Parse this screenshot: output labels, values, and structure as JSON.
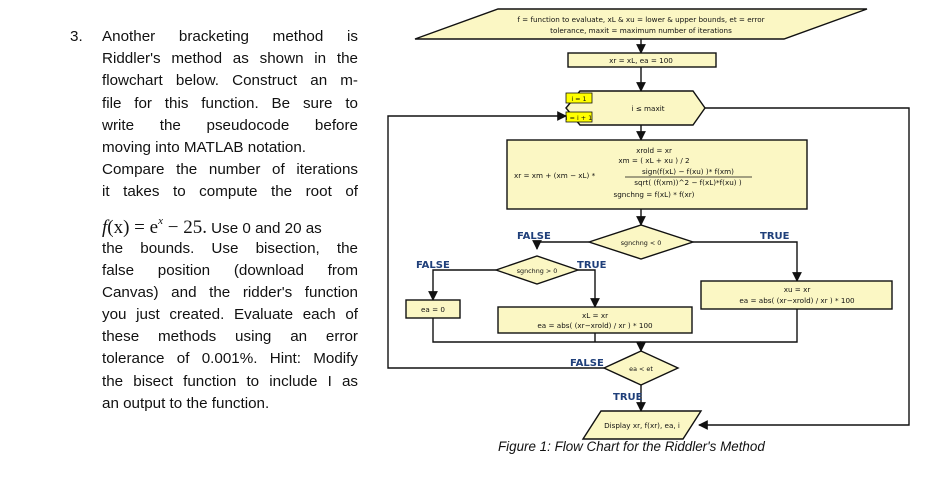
{
  "question": {
    "number": "3.",
    "lines_top": [
      "Another bracketing method is",
      "Riddler's method as shown in the",
      "flowchart below. Construct an m-",
      "file for this function. Be sure to",
      "write the pseudocode before",
      "moving into MATLAB notation.",
      "Compare the number of iterations",
      "it takes to compute the root of"
    ],
    "math_lhs": "f",
    "math_var": "(x) = e",
    "math_exp": "x",
    "math_rhs": " − 25.",
    "math_tail": " Use 0 and 20 as",
    "lines_bottom": [
      "the bounds. Use bisection, the",
      "false position (download from",
      "Canvas) and the ridder's function",
      "you just created. Evaluate each of",
      "these methods using an error",
      "tolerance of 0.001%. Hint: Modify",
      "the bisect function to include I as",
      "an output to the function."
    ]
  },
  "flowchart": {
    "colors": {
      "fill": "#fbf7c4",
      "stroke": "#111111",
      "loop_box": "#ffff00",
      "label": "#1f3f7a"
    },
    "input_line1": "f = function to evaluate, xL & xu = lower & upper bounds, et = error",
    "input_line2": "tolerance, maxit = maximum number of iterations",
    "init": "xr = xL, ea = 100",
    "loop_init": "i = 1",
    "loop_incr": "i = i + 1",
    "loop_cond": "i ≤ maxit",
    "calc_line1": "xrold = xr",
    "calc_line2": "xm = ( xL + xu ) / 2",
    "calc_line3_left": "xr = xm + (xm − xL) *",
    "calc_numerator": "sign(f(xL) − f(xu) )* f(xm)",
    "calc_denominator": "sqrt( (f(xm))^2 − f(xL)*f(xu) )",
    "calc_line4": "sgnchng = f(xL) * f(xr)",
    "decision1": "sgnchng < 0",
    "decision1_false": "FALSE",
    "decision1_true": "TRUE",
    "decision2": "sgnchng > 0",
    "decision2_false": "FALSE",
    "decision2_true": "TRUE",
    "assign_ea": "ea = 0",
    "false_branch_line1": "xL = xr",
    "false_branch_line2": "ea = abs( (xr−xrold) / xr ) * 100",
    "true_branch_line1": "xu = xr",
    "true_branch_line2": "ea = abs( (xr−xrold) / xr ) * 100",
    "decision3": "ea < et",
    "decision3_false": "FALSE",
    "decision3_true": "TRUE",
    "output": "Display xr, f(xr), ea, i"
  },
  "caption": "Figure 1: Flow Chart for the Riddler's Method"
}
